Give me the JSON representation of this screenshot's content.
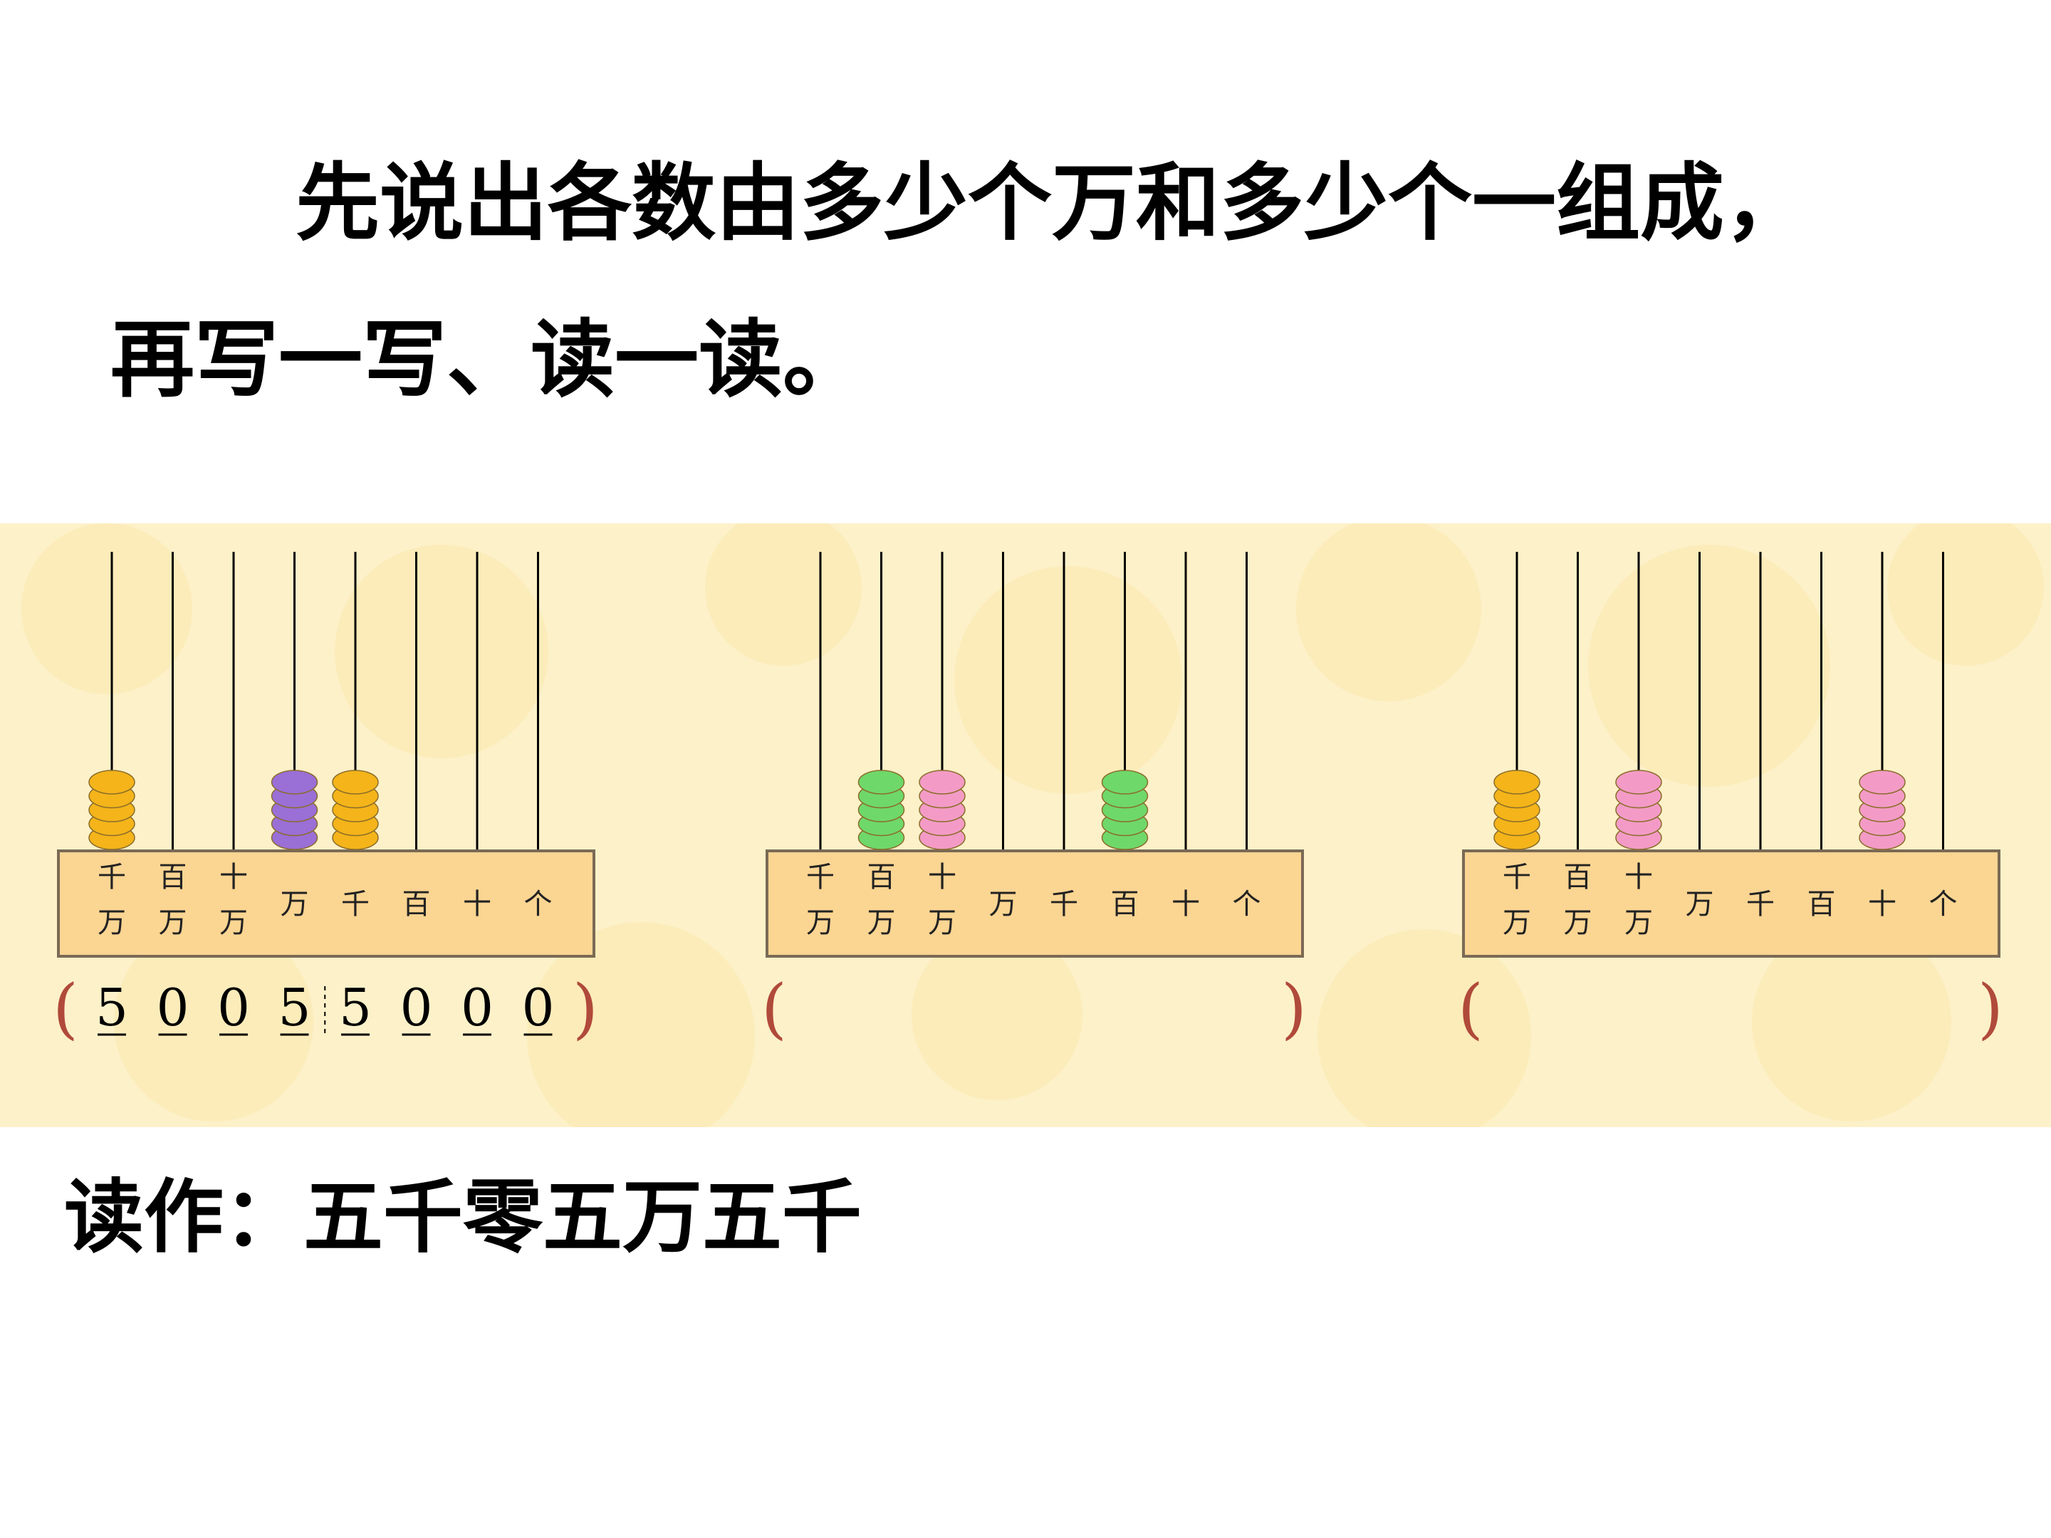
{
  "instruction": {
    "line1": "先说出各数由多少个万和多少个一组成，",
    "line2": "再写一写、读一读。"
  },
  "place_labels": [
    [
      "千",
      "万"
    ],
    [
      "百",
      "万"
    ],
    [
      "十",
      "万"
    ],
    [
      "万"
    ],
    [
      "千"
    ],
    [
      "百"
    ],
    [
      "十"
    ],
    [
      "个"
    ]
  ],
  "colors": {
    "orange": "#f4b41a",
    "purple": "#9a6fd6",
    "green": "#6fd86a",
    "pink": "#f39bc6",
    "bead_outline": "#8a6d2a",
    "frame_fill": "#fbd592",
    "frame_stroke": "#7a6a55",
    "rod": "#000000",
    "paren": "#b04a3a",
    "band": "#fdf1c9"
  },
  "abacuses": [
    {
      "beads": [
        5,
        0,
        0,
        5,
        5,
        0,
        0,
        0
      ],
      "bead_colors": [
        "orange",
        null,
        null,
        "purple",
        "orange",
        null,
        null,
        null
      ],
      "paren_open": "(",
      "paren_close": ")",
      "digits": [
        "5",
        "0",
        "0",
        "5",
        "5",
        "0",
        "0",
        "0"
      ]
    },
    {
      "beads": [
        0,
        5,
        5,
        0,
        0,
        5,
        0,
        0
      ],
      "bead_colors": [
        null,
        "green",
        "pink",
        null,
        null,
        "green",
        null,
        null
      ],
      "paren_open": "(",
      "paren_close": ")",
      "digits": []
    },
    {
      "beads": [
        5,
        0,
        5,
        0,
        0,
        0,
        5,
        0
      ],
      "bead_colors": [
        "orange",
        null,
        "pink",
        null,
        null,
        null,
        "pink",
        null
      ],
      "paren_open": "(",
      "paren_close": ")",
      "digits": []
    }
  ],
  "reading": "读作：五千零五万五千"
}
